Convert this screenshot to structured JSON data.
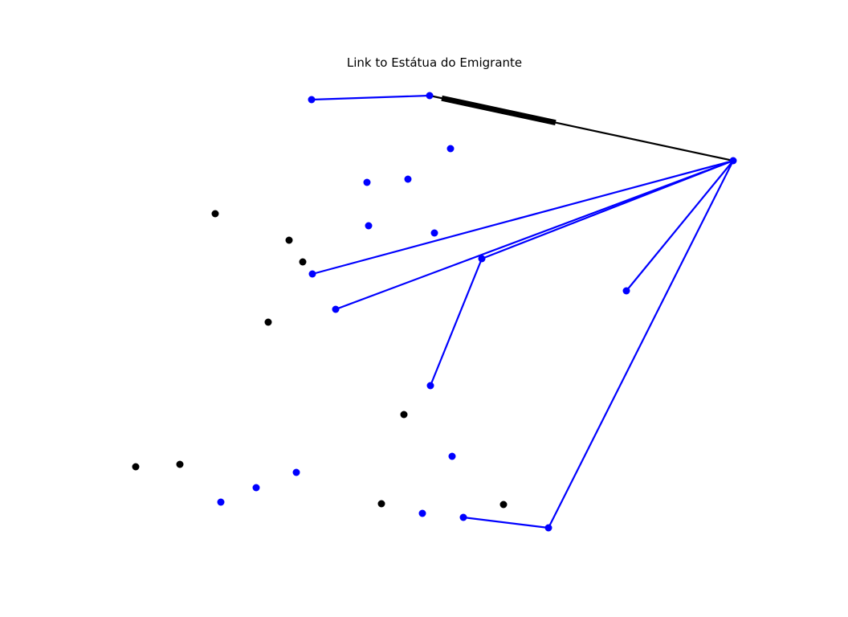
{
  "title": "Link to Estátua do Emigrante",
  "colors": {
    "highlight": "#0000ff",
    "default": "#000000",
    "background": "#ffffff"
  },
  "nodes": [
    {
      "id": "n1",
      "group": "highlight"
    },
    {
      "id": "n2",
      "group": "highlight"
    },
    {
      "id": "n3",
      "group": "highlight"
    },
    {
      "id": "n4",
      "group": "highlight"
    },
    {
      "id": "n5",
      "group": "highlight"
    },
    {
      "id": "n6",
      "group": "highlight"
    },
    {
      "id": "n7",
      "group": "highlight"
    },
    {
      "id": "n8",
      "group": "highlight"
    },
    {
      "id": "n9",
      "group": "highlight"
    },
    {
      "id": "n10",
      "group": "highlight"
    },
    {
      "id": "n11",
      "group": "highlight"
    },
    {
      "id": "n12",
      "group": "highlight"
    },
    {
      "id": "n13",
      "group": "highlight"
    },
    {
      "id": "n14",
      "group": "highlight"
    },
    {
      "id": "n15",
      "group": "highlight"
    },
    {
      "id": "n16",
      "group": "highlight"
    },
    {
      "id": "n17",
      "group": "highlight"
    },
    {
      "id": "n18",
      "group": "highlight"
    },
    {
      "id": "n19",
      "group": "highlight"
    },
    {
      "id": "n20",
      "group": "highlight"
    },
    {
      "id": "n21",
      "group": "default"
    },
    {
      "id": "n22",
      "group": "default"
    },
    {
      "id": "n23",
      "group": "default"
    },
    {
      "id": "n24",
      "group": "default"
    },
    {
      "id": "n25",
      "group": "default"
    },
    {
      "id": "n26",
      "group": "default"
    },
    {
      "id": "n27",
      "group": "default"
    },
    {
      "id": "n28",
      "group": "default"
    },
    {
      "id": "n29",
      "group": "default"
    }
  ],
  "edges": [
    {
      "source": "n1",
      "target": "n2",
      "kind": "highlight"
    },
    {
      "source": "n2",
      "target": "n3",
      "kind": "primary"
    },
    {
      "source": "n3",
      "target": "n9",
      "kind": "highlight"
    },
    {
      "source": "n3",
      "target": "n11",
      "kind": "highlight"
    },
    {
      "source": "n3",
      "target": "n10",
      "kind": "highlight"
    },
    {
      "source": "n3",
      "target": "n12",
      "kind": "highlight"
    },
    {
      "source": "n3",
      "target": "n20",
      "kind": "highlight"
    },
    {
      "source": "n10",
      "target": "n13",
      "kind": "highlight"
    },
    {
      "source": "n19",
      "target": "n20",
      "kind": "highlight"
    }
  ]
}
